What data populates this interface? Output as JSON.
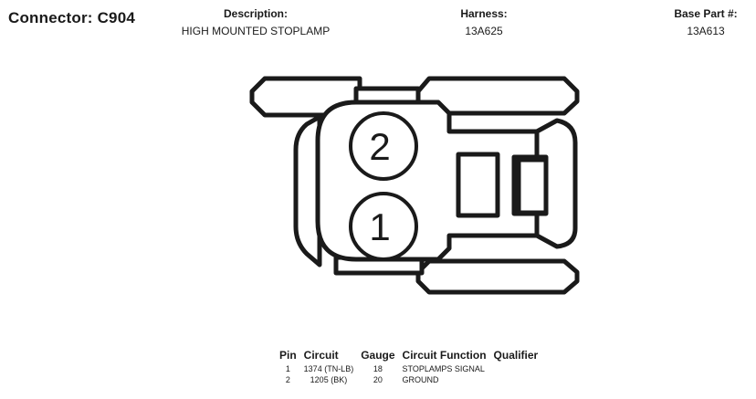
{
  "connector": {
    "title": "Connector: C904"
  },
  "header": {
    "description_label": "Description:",
    "description_value": "HIGH MOUNTED STOPLAMP",
    "harness_label": "Harness:",
    "harness_value": "13A625",
    "base_part_label": "Base Part #:",
    "base_part_value": "13A613"
  },
  "diagram": {
    "pins": [
      {
        "label": "2"
      },
      {
        "label": "1"
      }
    ]
  },
  "pin_table": {
    "headers": [
      "Pin",
      "Circuit",
      "Gauge",
      "Circuit Function",
      "Qualifier"
    ],
    "rows": [
      {
        "pin": "1",
        "circuit": "1374 (TN-LB)",
        "gauge": "18",
        "function": "STOPLAMPS SIGNAL",
        "qualifier": ""
      },
      {
        "pin": "2",
        "circuit": "1205 (BK)",
        "gauge": "20",
        "function": "GROUND",
        "qualifier": ""
      }
    ]
  }
}
